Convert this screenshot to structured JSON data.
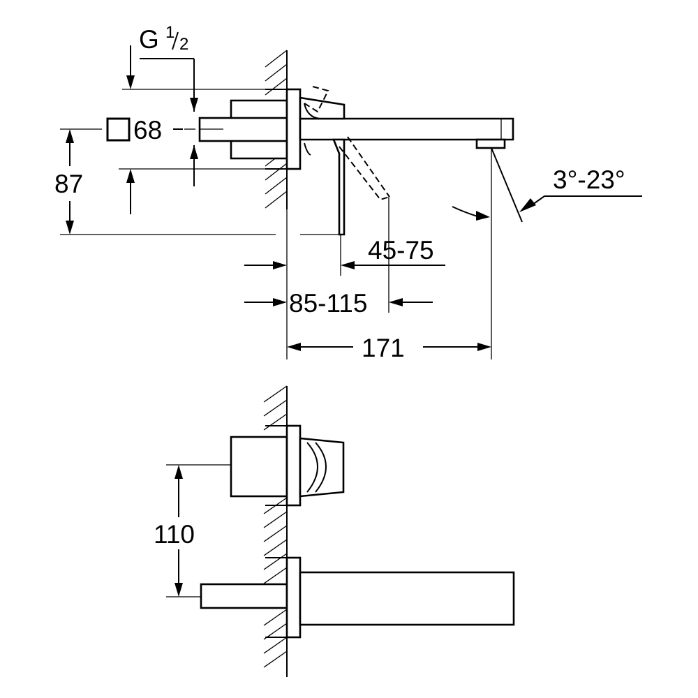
{
  "dimensions": {
    "thread_g": "G",
    "thread_num": "1",
    "thread_den": "2",
    "rosette_size": "68",
    "outlet_height": "87",
    "wall_depth_a": "45-75",
    "wall_depth_b": "85-115",
    "projection": "171",
    "spray_angle": "3°-23°",
    "handle_offset": "110"
  },
  "colors": {
    "line": "#000000",
    "background": "#ffffff"
  }
}
